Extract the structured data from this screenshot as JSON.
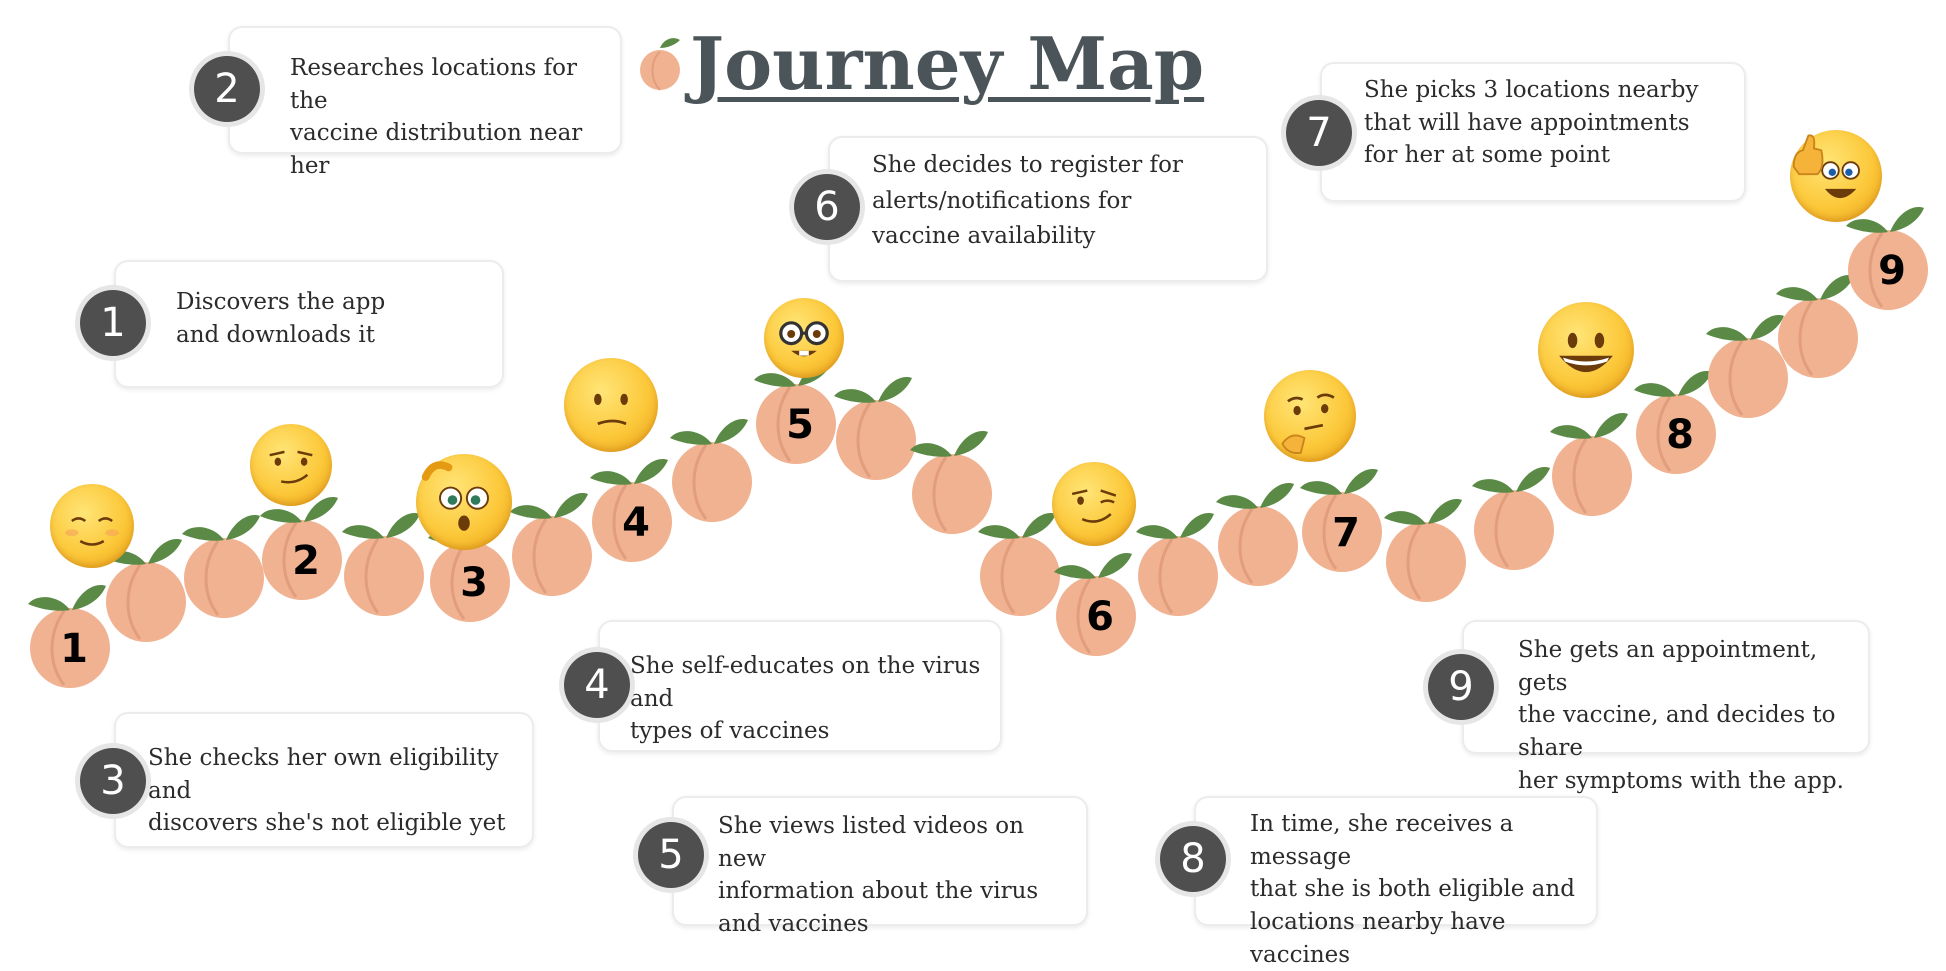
{
  "title": "Journey Map",
  "colors": {
    "title": "#4a5459",
    "peach_body": "#f0b291",
    "peach_shade": "#e29e7c",
    "leaf": "#5a8a46",
    "badge": "#4f4f4f",
    "emoji_face": "#fcc83a"
  },
  "steps": [
    {
      "number": "1",
      "text": "Discovers the app\nand downloads it"
    },
    {
      "number": "2",
      "text": "Researches locations for the\nvaccine distribution near her"
    },
    {
      "number": "3",
      "text": "She checks her own eligibility and\ndiscovers she's not eligible yet"
    },
    {
      "number": "4",
      "text": "She self-educates on the virus and\ntypes of vaccines"
    },
    {
      "number": "5",
      "text": "She views listed videos on new\ninformation about the virus\nand vaccines"
    },
    {
      "number": "6",
      "text": "She decides to register for\nalerts/notifications for\nvaccine availability"
    },
    {
      "number": "7",
      "text": "She picks 3 locations nearby\nthat will have appointments\nfor her at some point"
    },
    {
      "number": "8",
      "text": "In time, she receives a message\nthat she is both eligible and\nlocations nearby have vaccines"
    },
    {
      "number": "9",
      "text": "She gets an appointment, gets\nthe vaccine, and decides to share\nher symptoms with the app."
    }
  ],
  "path_labels": [
    "1",
    "2",
    "3",
    "4",
    "5",
    "6",
    "7",
    "8",
    "9"
  ],
  "emotions": [
    {
      "step": "1",
      "icon": "relieved-face-icon"
    },
    {
      "step": "2",
      "icon": "smirking-face-icon"
    },
    {
      "step": "3",
      "icon": "confused-scratching-head-icon"
    },
    {
      "step": "4",
      "icon": "confused-face-icon"
    },
    {
      "step": "5",
      "icon": "nerd-face-icon"
    },
    {
      "step": "6",
      "icon": "winking-smirk-face-icon"
    },
    {
      "step": "7",
      "icon": "thinking-face-icon"
    },
    {
      "step": "8",
      "icon": "grinning-face-icon"
    },
    {
      "step": "9",
      "icon": "thumbs-up-face-icon"
    }
  ]
}
